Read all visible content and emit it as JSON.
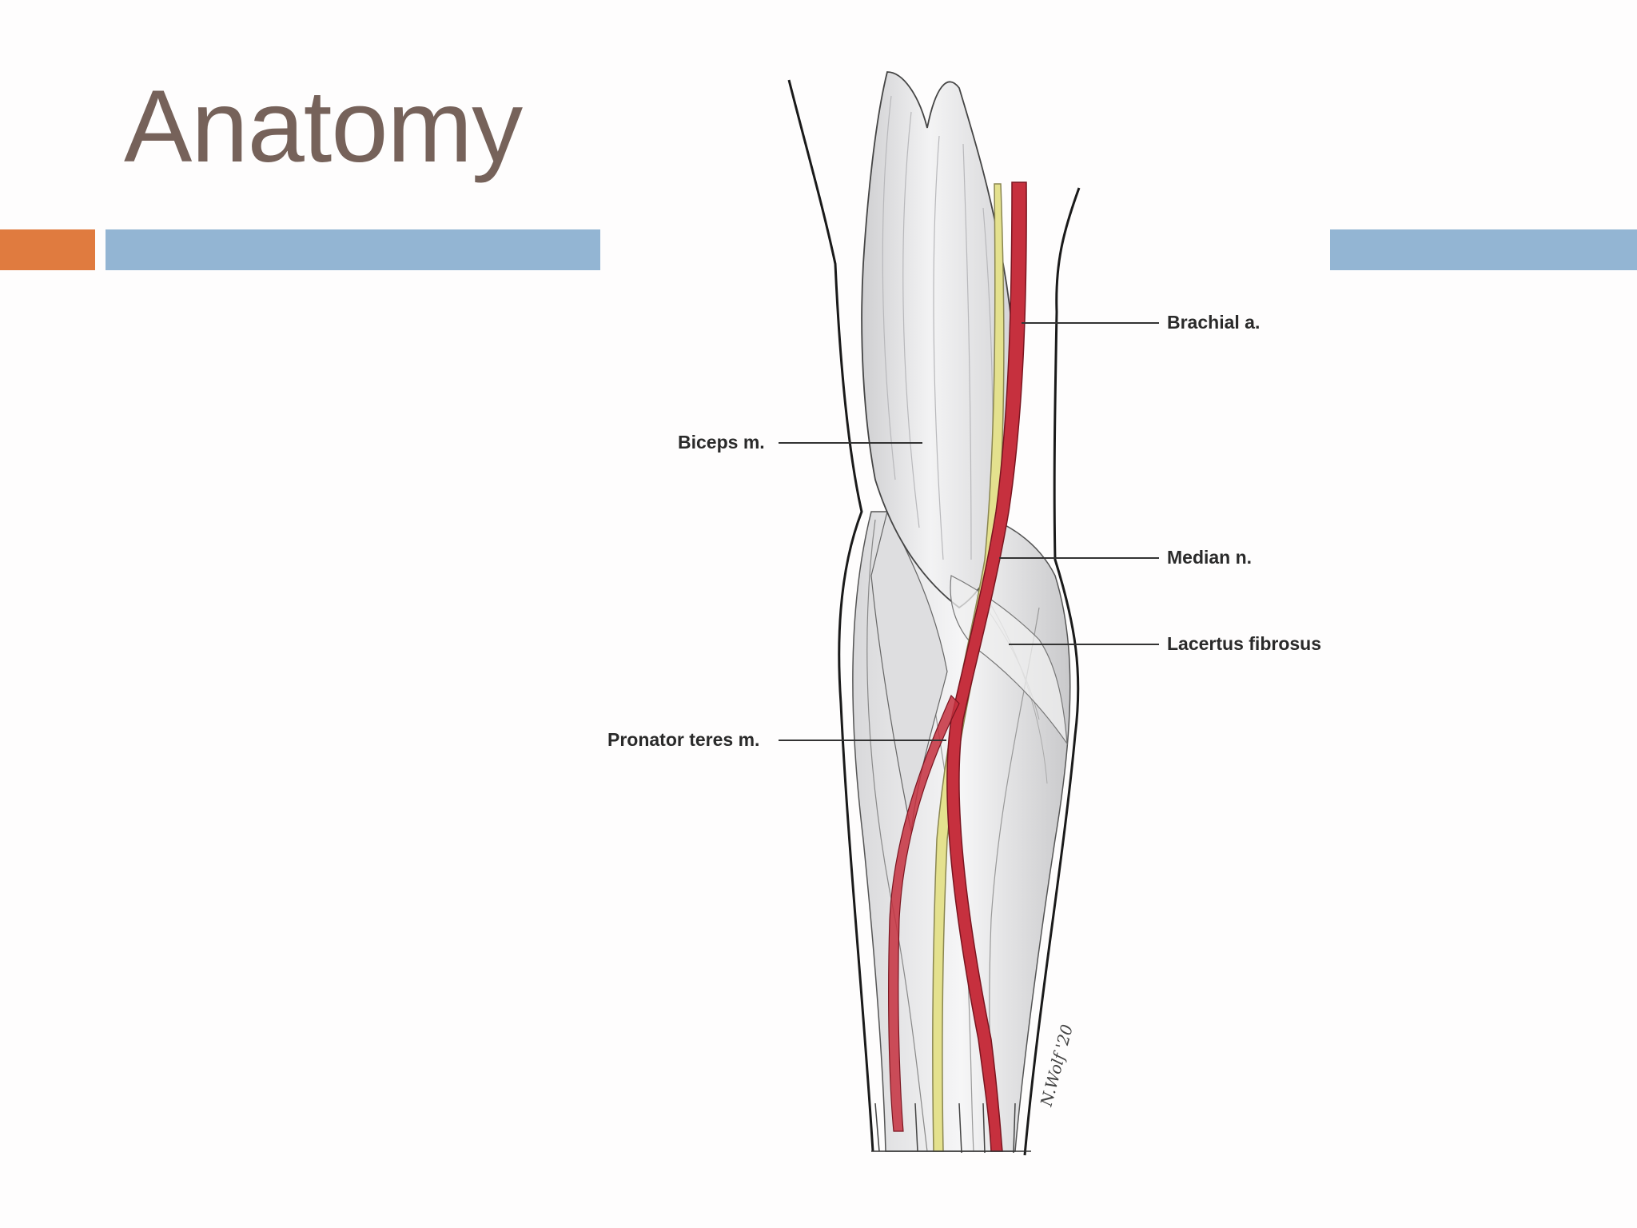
{
  "slide": {
    "title": "Anatomy",
    "accent_colors": {
      "orange": "#e07b3f",
      "blue": "#93b5d3",
      "title": "#76625a"
    }
  },
  "figure": {
    "labels": {
      "brachial_artery": "Brachial a.",
      "biceps": "Biceps m.",
      "median_nerve": "Median n.",
      "lacertus_fibrosus": "Lacertus fibrosus",
      "pronator_teres": "Pronator teres m."
    },
    "signature": "N.Wolf '20",
    "colors": {
      "artery": "#c6303e",
      "nerve": "#e4e18e",
      "muscle": "#e9e9ea"
    }
  }
}
